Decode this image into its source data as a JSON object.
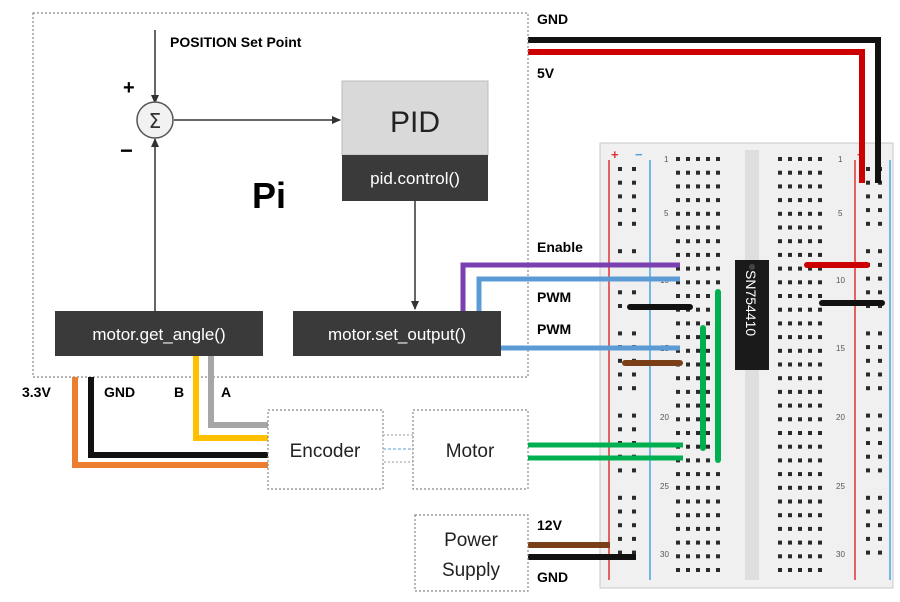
{
  "pi": {
    "title": "Pi",
    "setpoint_label": "POSITION Set Point",
    "plus_sign": "+",
    "minus_sign": "−",
    "sum_symbol": "Σ",
    "pid_label": "PID",
    "pid_control": "pid.control()",
    "get_angle": "motor.get_angle()",
    "set_output": "motor.set_output()"
  },
  "pins": {
    "v33": "3.3V",
    "gnd": "GND",
    "b": "B",
    "a": "A"
  },
  "boxes": {
    "encoder": "Encoder",
    "motor": "Motor",
    "power_supply_line1": "Power",
    "power_supply_line2": "Supply"
  },
  "wire_labels": {
    "gnd_top": "GND",
    "v5": "5V",
    "enable": "Enable",
    "pwm1": "PWM",
    "pwm2": "PWM",
    "v12": "12V",
    "gnd_bottom": "GND"
  },
  "breadboard": {
    "chip_label": "SN754410",
    "plus": "+",
    "minus": "−",
    "row_numbers": [
      "1",
      "5",
      "10",
      "15",
      "20",
      "25",
      "30"
    ]
  },
  "colors": {
    "gnd_wire": "#111111",
    "v5_wire": "#cc0000",
    "enable_wire": "#7a3fb0",
    "pwm_wire": "#5b9bd5",
    "encoder_b": "#ffc000",
    "encoder_a": "#a6a6a6",
    "v33_wire": "#ed7d31",
    "motor_wire": "#00b050",
    "v12_wire": "#7b3f17",
    "dark_box": "#3a3a3a",
    "pid_box": "#d9d9d9"
  }
}
